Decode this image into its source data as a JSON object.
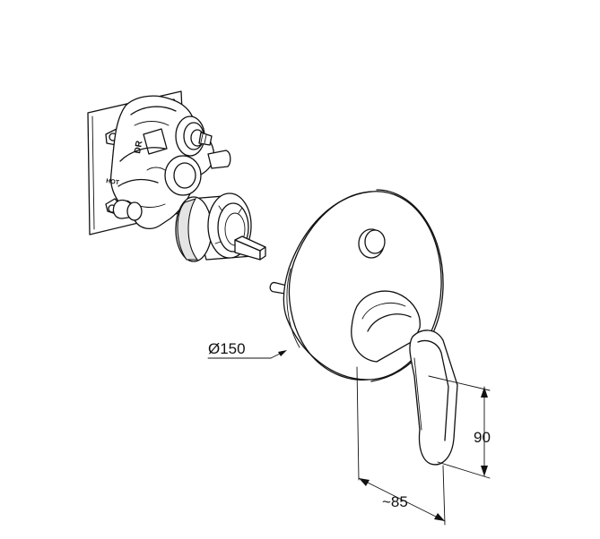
{
  "body_labels": {
    "top": "DR",
    "side": "HOT"
  },
  "dimensions": {
    "diameter": "Ø150",
    "height": "90",
    "projection": "~85"
  }
}
